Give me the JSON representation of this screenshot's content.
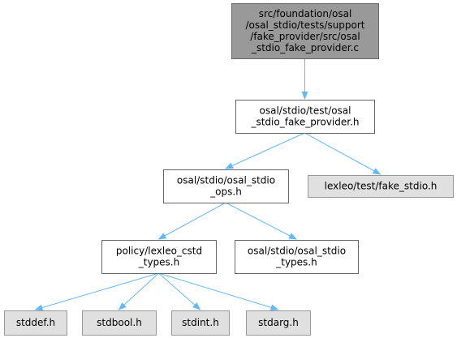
{
  "colors": {
    "root_fill": "#999999",
    "root_border": "#666666",
    "node_fill": "#ffffff",
    "node_border": "#666666",
    "external_fill": "#e0e0e0",
    "external_border": "#999999",
    "edge": "#63b8ff"
  },
  "nodes": [
    {
      "id": "root",
      "kind": "root",
      "lines": [
        "src/foundation/osal",
        "/osal_stdio/tests/support",
        "/fake_provider/src/osal",
        "_stdio_fake_provider.c"
      ]
    },
    {
      "id": "fake_provider_h",
      "kind": "internal",
      "lines": [
        "osal/stdio/test/osal",
        "_stdio_fake_provider.h"
      ]
    },
    {
      "id": "osal_stdio_ops_h",
      "kind": "internal",
      "lines": [
        "osal/stdio/osal_stdio",
        "_ops.h"
      ]
    },
    {
      "id": "fake_stdio_h",
      "kind": "external",
      "lines": [
        "lexleo/test/fake_stdio.h"
      ]
    },
    {
      "id": "lexleo_cstd_types_h",
      "kind": "internal",
      "lines": [
        "policy/lexleo_cstd",
        "_types.h"
      ]
    },
    {
      "id": "osal_stdio_types_h",
      "kind": "internal",
      "lines": [
        "osal/stdio/osal_stdio",
        "_types.h"
      ]
    },
    {
      "id": "stddef_h",
      "kind": "external",
      "lines": [
        "stddef.h"
      ]
    },
    {
      "id": "stdbool_h",
      "kind": "external",
      "lines": [
        "stdbool.h"
      ]
    },
    {
      "id": "stdint_h",
      "kind": "external",
      "lines": [
        "stdint.h"
      ]
    },
    {
      "id": "stdarg_h",
      "kind": "external",
      "lines": [
        "stdarg.h"
      ]
    }
  ],
  "edges": [
    {
      "from": "root",
      "to": "fake_provider_h"
    },
    {
      "from": "fake_provider_h",
      "to": "osal_stdio_ops_h"
    },
    {
      "from": "fake_provider_h",
      "to": "fake_stdio_h"
    },
    {
      "from": "osal_stdio_ops_h",
      "to": "lexleo_cstd_types_h"
    },
    {
      "from": "osal_stdio_ops_h",
      "to": "osal_stdio_types_h"
    },
    {
      "from": "lexleo_cstd_types_h",
      "to": "stddef_h"
    },
    {
      "from": "lexleo_cstd_types_h",
      "to": "stdbool_h"
    },
    {
      "from": "lexleo_cstd_types_h",
      "to": "stdint_h"
    },
    {
      "from": "lexleo_cstd_types_h",
      "to": "stdarg_h"
    }
  ]
}
